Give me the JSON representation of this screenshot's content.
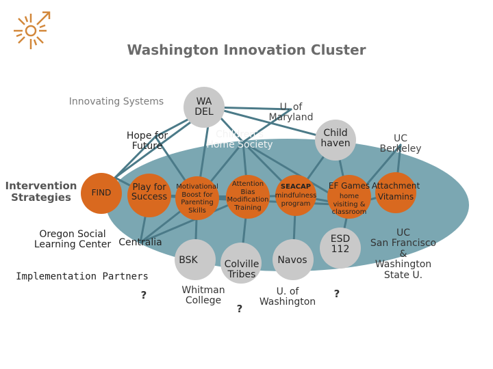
{
  "title": "Washington Innovation Cluster",
  "colors": {
    "background_ellipse": "#7ba7b2",
    "connector": "#4b7a88",
    "orange_node": "#d9691f",
    "gray_node": "#c9c9c9",
    "logo": "#d2873a"
  },
  "icons": {
    "logo": "sunburst-arrow-icon"
  },
  "sections": {
    "innovating_systems": "Innovating Systems",
    "intervention_strategies": "Intervention\nStrategies",
    "implementation_partners": "Implementation Partners"
  },
  "nodes": {
    "wa_del": "WA\nDEL",
    "u_maryland": "U. of\nMaryland",
    "hope_for_future": "Hope for\nFuture",
    "childrens_home": "Children’s\nHome Society",
    "child_haven": "Child\nhaven",
    "uc_berkeley": "UC\nBerkeley",
    "find": "FIND",
    "play_for_success": "Play for\nSuccess",
    "motivational_boost": "Motivational\nBoost for\nParenting\nSkills",
    "attention_bias": "Attention\nBias\nModification\nTraining",
    "seacap": "SEACAP",
    "seacap_desc": "mindfulness\nprogram",
    "ef_games": "EF Games",
    "home_visiting": "home\nvisiting &\nclassroom",
    "attachment": "Attachment",
    "vitamins": "Vitamins",
    "oregon_social": "Oregon Social\nLearning Center",
    "centralia": "Centralia",
    "esd_112": "ESD\n112",
    "uc_sf": "UC\nSan Francisco\n&\nWashington\nState U.",
    "bsk": "BSK",
    "colville": "Colville\nTribes",
    "navos": "Navos",
    "whitman": "Whitman\nCollege",
    "u_washington": "U. of\nWashington",
    "q1": "?",
    "q2": "?",
    "q3": "?"
  }
}
